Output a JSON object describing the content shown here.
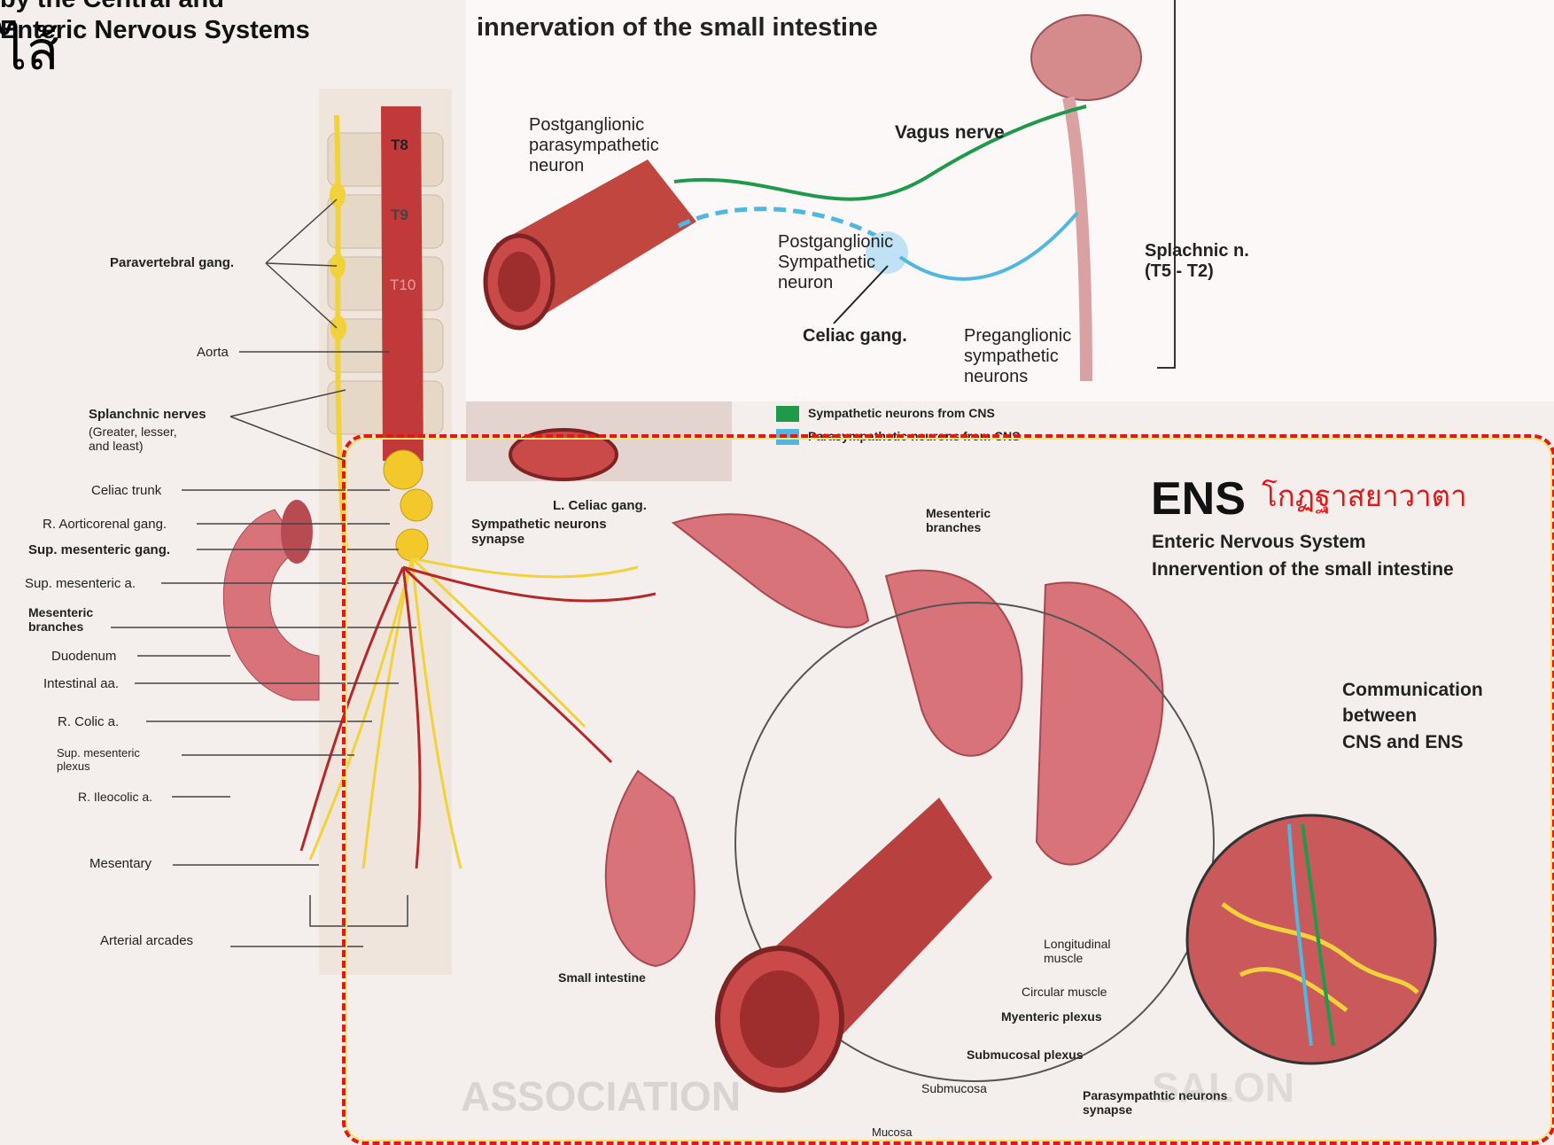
{
  "headers": {
    "left_title": "by the Central and\nEnteric Nervous Systems",
    "thai_overlay_char": "ไส้",
    "inset_title": "innervation of the small intestine"
  },
  "inset": {
    "postganglionic_parasympathetic": "Postganglionic\nparasympathetic\nneuron",
    "vagus_nerve": "Vagus nerve",
    "postganglionic_sympathetic": "Postganglionic\nSympathetic\nneuron",
    "splachnic": "Splachnic n.\n(T5 - T2)",
    "celiac_gang": "Celiac gang.",
    "preganglionic": "Preganglionic\nsympathetic\nneurons"
  },
  "legend": {
    "items": [
      {
        "label": "Sympathetic neurons from CNS",
        "color": "#1f9a4a"
      },
      {
        "label": "Parasympathetic neurons from CNS",
        "color": "#4fb7e0"
      }
    ]
  },
  "vertebrae": [
    "T8",
    "T9",
    "T10"
  ],
  "left_labels": {
    "paravertebral": "Paravertebral gang.",
    "aorta": "Aorta",
    "splanchnic_nerves": "Splanchnic nerves",
    "splanchnic_sub": "(Greater, lesser,\nand least)",
    "celiac_trunk": "Celiac trunk",
    "r_aorticorenal": "R. Aorticorenal gang.",
    "sup_mesenteric_gang": "Sup. mesenteric gang.",
    "sup_mesenteric_a": "Sup. mesenteric a.",
    "mesenteric_branches": "Mesenteric\nbranches",
    "duodenum": "Duodenum",
    "intestinal_aa": "Intestinal aa.",
    "r_colic": "R. Colic a.",
    "sup_mesenteric_plexus": "Sup. mesenteric\nplexus",
    "r_ileocolic": "R. Ileocolic a.",
    "mesentary": "Mesentary",
    "arterial_arcades": "Arterial arcades"
  },
  "center_labels": {
    "l_celiac": "L. Celiac gang.",
    "symp_synapse": "Sympathetic neurons\nsynapse",
    "mesenteric_branches": "Mesenteric\nbranches",
    "small_intestine": "Small intestine"
  },
  "ens": {
    "acronym": "ENS",
    "thai": "โกฏฐาสยาวาตา",
    "subtitle_1": "Enteric Nervous System",
    "subtitle_2": "Innervention of the small intestine",
    "communication": "Communication\nbetween\nCNS and ENS",
    "longitudinal": "Longitudinal\nmuscle",
    "circular": "Circular muscle",
    "myenteric": "Myenteric plexus",
    "submucosal_plexus": "Submucosal plexus",
    "submucosa": "Submucosa",
    "mucosa": "Mucosa",
    "parasymp_synapse": "Parasympathtic neurons\nsynapse"
  },
  "watermark": "ASSOCIATION",
  "watermark_2": "SALON",
  "colors": {
    "dashed_border": "#e01818",
    "thai_text": "#e01818",
    "nerve_yellow": "#f2d23a",
    "artery_red": "#b5282a",
    "intestine_pink": "#d9737a",
    "sympathetic_green": "#1f9a4a",
    "parasympathetic_blue": "#4fb7e0"
  }
}
